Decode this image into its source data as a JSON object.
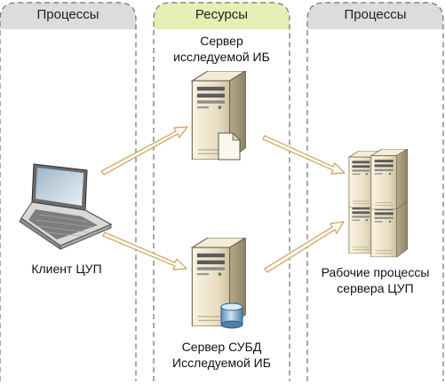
{
  "lanes": [
    {
      "title": "Процессы",
      "color": "#dcdcdc"
    },
    {
      "title": "Ресурсы",
      "color": "#e4efb4"
    },
    {
      "title": "Процессы",
      "color": "#dcdcdc"
    }
  ],
  "nodes": {
    "client": {
      "label": "Клиент ЦУП",
      "icon": "laptop-icon"
    },
    "app_server": {
      "label_line1": "Сервер",
      "label_line2": "исследуемой ИБ",
      "icon": "server-with-document-icon"
    },
    "db_server": {
      "label_line1": "Сервер СУБД",
      "label_line2": "Исследуемой ИБ",
      "icon": "server-with-database-icon"
    },
    "worker_processes": {
      "label_line1": "Рабочие процессы",
      "label_line2": "сервера ЦУП",
      "icon": "server-cluster-icon"
    }
  },
  "connections": [
    {
      "from": "client",
      "to": "app_server"
    },
    {
      "from": "client",
      "to": "db_server"
    },
    {
      "from": "app_server",
      "to": "worker_processes"
    },
    {
      "from": "db_server",
      "to": "worker_processes"
    }
  ]
}
